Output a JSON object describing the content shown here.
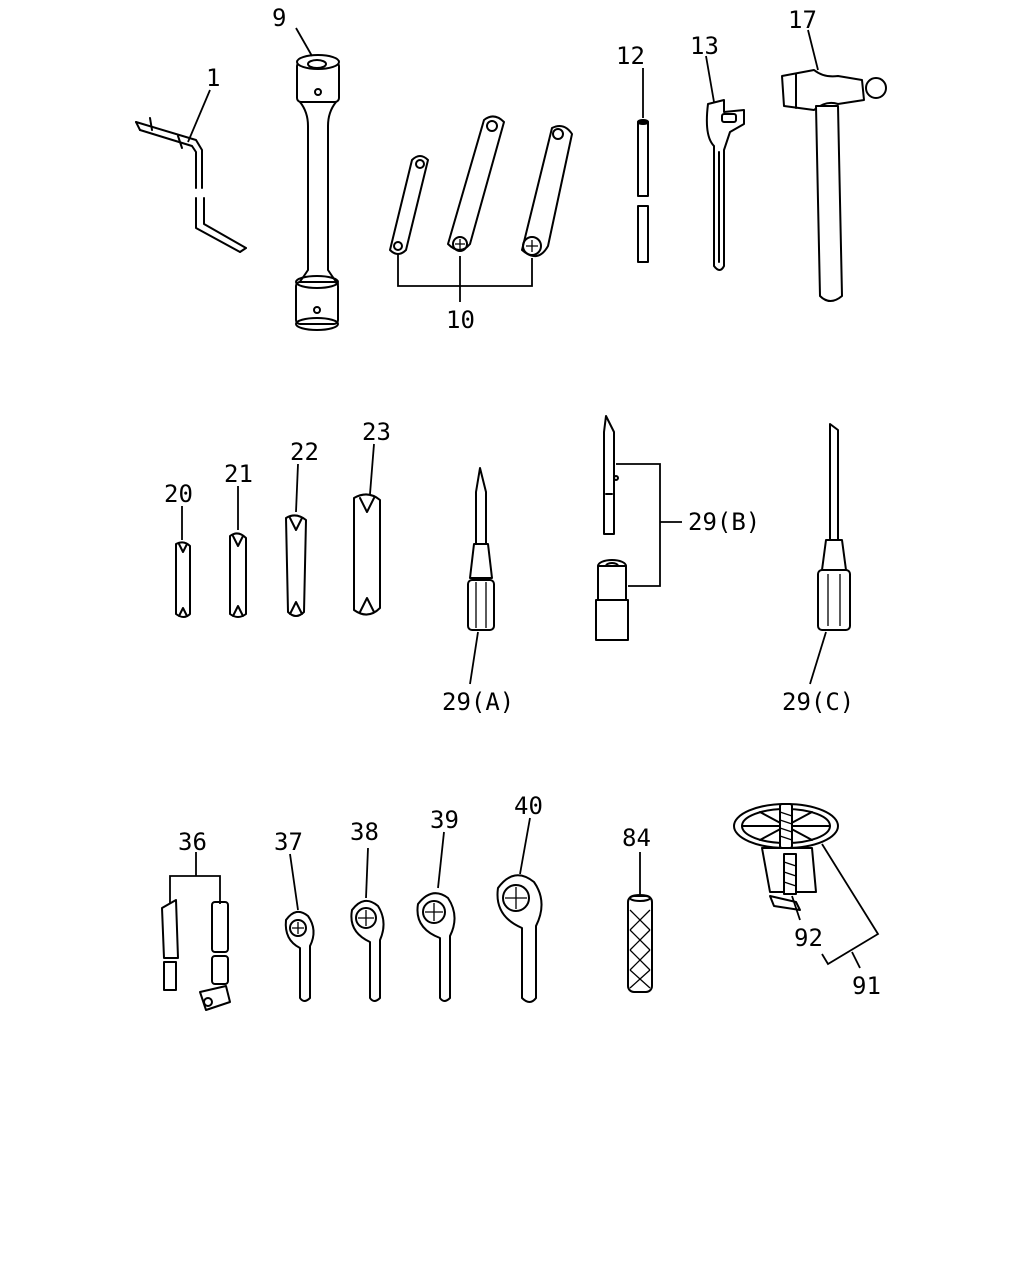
{
  "labels": {
    "p1": "1",
    "p9": "9",
    "p10": "10",
    "p12": "12",
    "p13": "13",
    "p17": "17",
    "p20": "20",
    "p21": "21",
    "p22": "22",
    "p23": "23",
    "p29a": "29(A)",
    "p29b": "29(B)",
    "p29c": "29(C)",
    "p36": "36",
    "p37": "37",
    "p38": "38",
    "p39": "39",
    "p40": "40",
    "p84": "84",
    "p91": "91",
    "p92": "92"
  }
}
